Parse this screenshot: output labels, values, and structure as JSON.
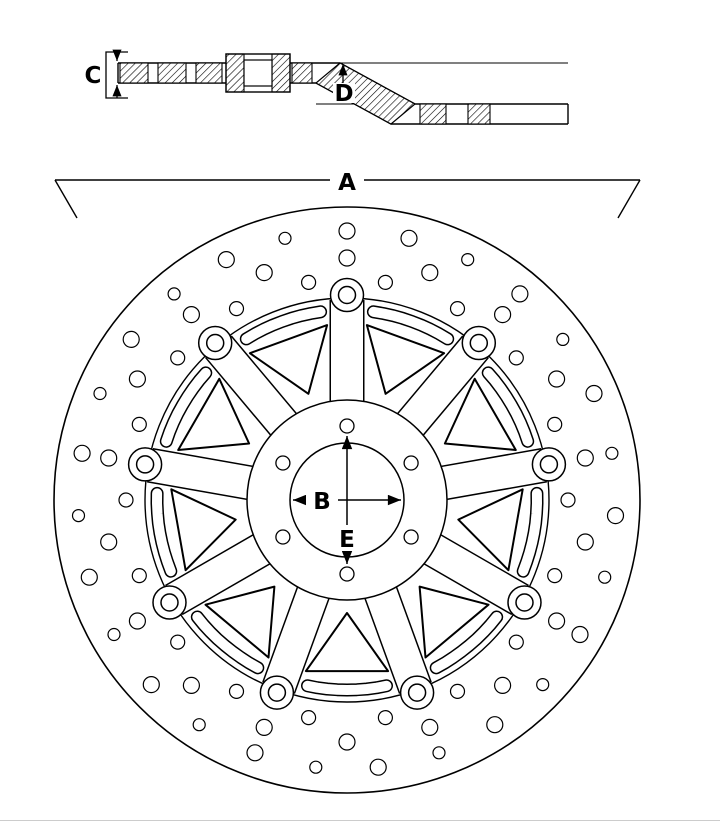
{
  "diagram": {
    "labels": {
      "A": "A",
      "B": "B",
      "C": "C",
      "D": "D",
      "E": "E"
    },
    "colors": {
      "line": "#000000",
      "background": "#ffffff",
      "divider": "#cccccc"
    }
  }
}
